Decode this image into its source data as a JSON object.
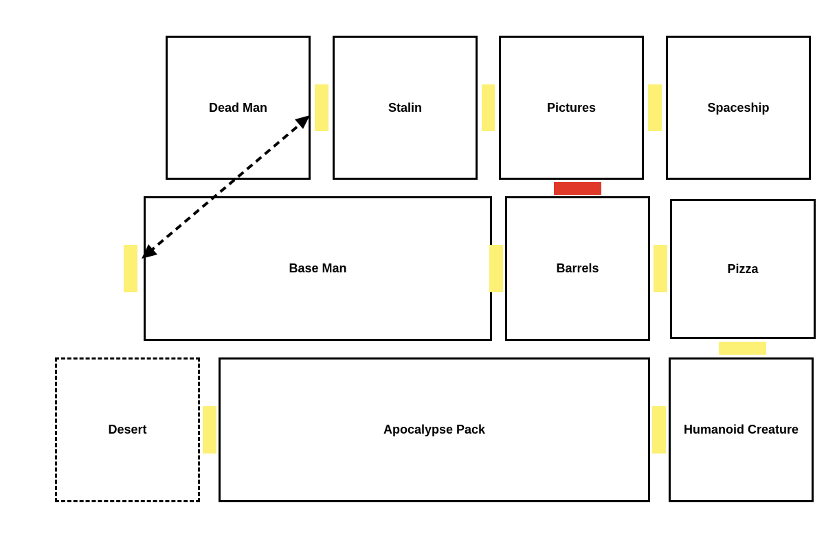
{
  "diagram": {
    "colors": {
      "border": "#000000",
      "door_open": "#fcf075",
      "door_locked": "#e0392a",
      "background": "#ffffff"
    },
    "rooms": {
      "dead_man": "Dead Man",
      "stalin": "Stalin",
      "pictures": "Pictures",
      "spaceship": "Spaceship",
      "base_man": "Base Man",
      "barrels": "Barrels",
      "pizza": "Pizza",
      "desert": "Desert",
      "apocalypse_pack": "Apocalypse Pack",
      "humanoid_creature": "Humanoid Creature"
    }
  }
}
